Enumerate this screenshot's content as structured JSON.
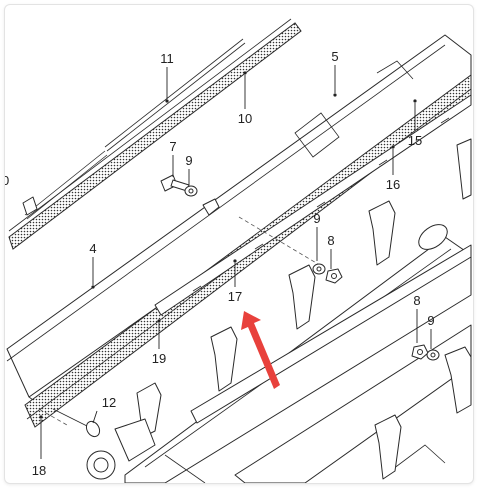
{
  "callouts": {
    "c1": "11",
    "c2": "5",
    "c3": "10",
    "c4": "7",
    "c5": "9",
    "c6": "15",
    "c7": "16",
    "c8": "4",
    "c9": "9",
    "c10": "8",
    "c11": "17",
    "c12": "8",
    "c13": "9",
    "c14": "19",
    "c15": "12",
    "c16": "18",
    "c17": "0"
  },
  "colors": {
    "arrow": "#e8413c",
    "line": "#222222"
  }
}
